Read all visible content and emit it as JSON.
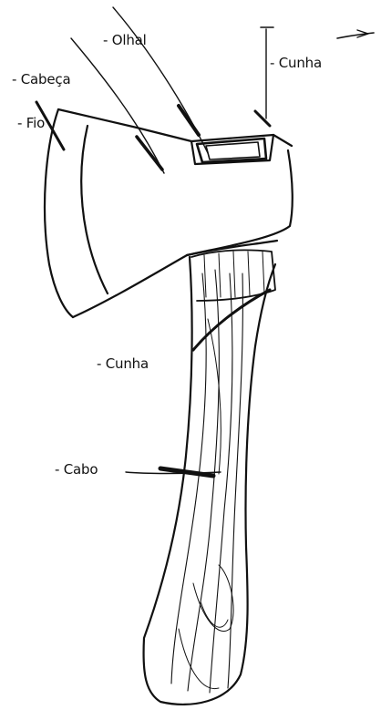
{
  "labels": {
    "olhal": "- Olhal",
    "cunha_top": "- Cunha",
    "cabeca": "- Cabeça",
    "fio": "- Fio",
    "cunha_mid": "- Cunha",
    "cabo": "- Cabo"
  },
  "colors": {
    "ink": "#111111",
    "paper": "#ffffff"
  }
}
